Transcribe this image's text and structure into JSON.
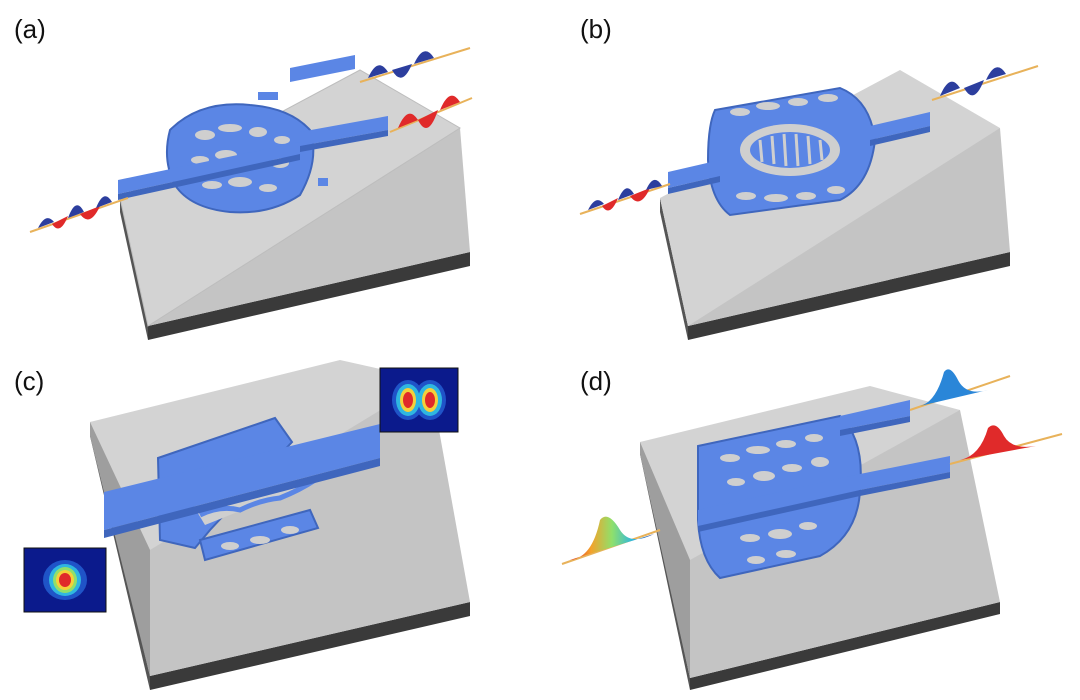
{
  "panels": [
    {
      "label": "(a)"
    },
    {
      "label": "(b)"
    },
    {
      "label": "(c)"
    },
    {
      "label": "(d)"
    }
  ],
  "colors": {
    "background": "#ffffff",
    "substrate_top": "#d0d0d0",
    "substrate_left": "#aaaaaa",
    "substrate_right": "#c2c2c2",
    "base_layer": "#404040",
    "waveguide": "#5b86e5",
    "waveguide_side": "#3f66bd",
    "wave_blue": "#2c3e9e",
    "wave_red": "#e02a2a",
    "beam_axis": "#e8b25a",
    "mode_background": "#0b1a8c"
  },
  "icons": {
    "optical_wave": "sine-wave-packet",
    "mode_profile": "heatmap-inset",
    "pulse": "gaussian-pulse"
  }
}
